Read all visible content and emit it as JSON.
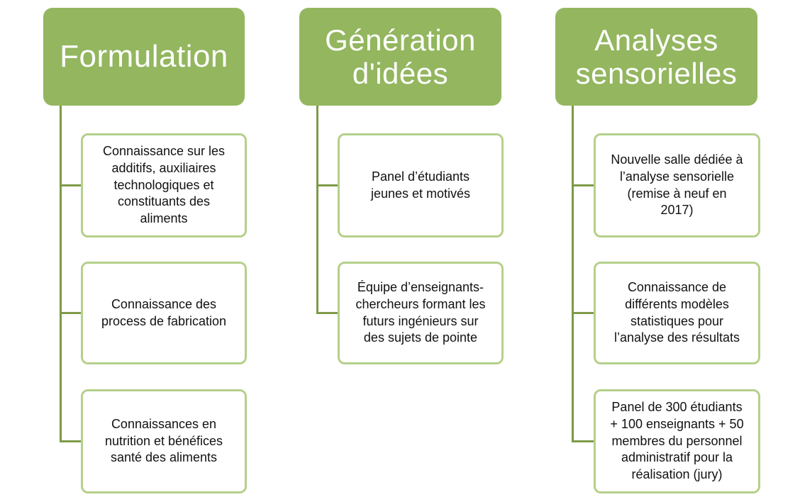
{
  "columns": [
    {
      "header": "Formulation",
      "items": [
        "Connaissance sur les\nadditifs, auxiliaires\ntechnologiques et\nconstituants des\naliments",
        "Connaissance des\nprocess de fabrication",
        "Connaissances en\nnutrition et bénéfices\nsanté des aliments"
      ]
    },
    {
      "header": "Génération d'idées",
      "items": [
        "Panel d’étudiants\njeunes et motivés",
        "Équipe d’enseignants-\nchercheurs formant les\nfuturs ingénieurs sur\ndes sujets de pointe"
      ]
    },
    {
      "header": "Analyses sensorielles",
      "items": [
        "Nouvelle salle dédiée à\nl’analyse sensorielle\n(remise à neuf en\n2017)",
        "Connaissance de\ndifférents modèles\nstatistiques pour\nl’analyse des résultats",
        "Panel de 300 étudiants\n+ 100 enseignants + 50\nmembres du personnel\nadministratif pour la\nréalisation (jury)"
      ]
    }
  ],
  "colors": {
    "header_fill": "#93b65f",
    "box_border": "#b5d08b",
    "connector": "#7d9a48"
  }
}
